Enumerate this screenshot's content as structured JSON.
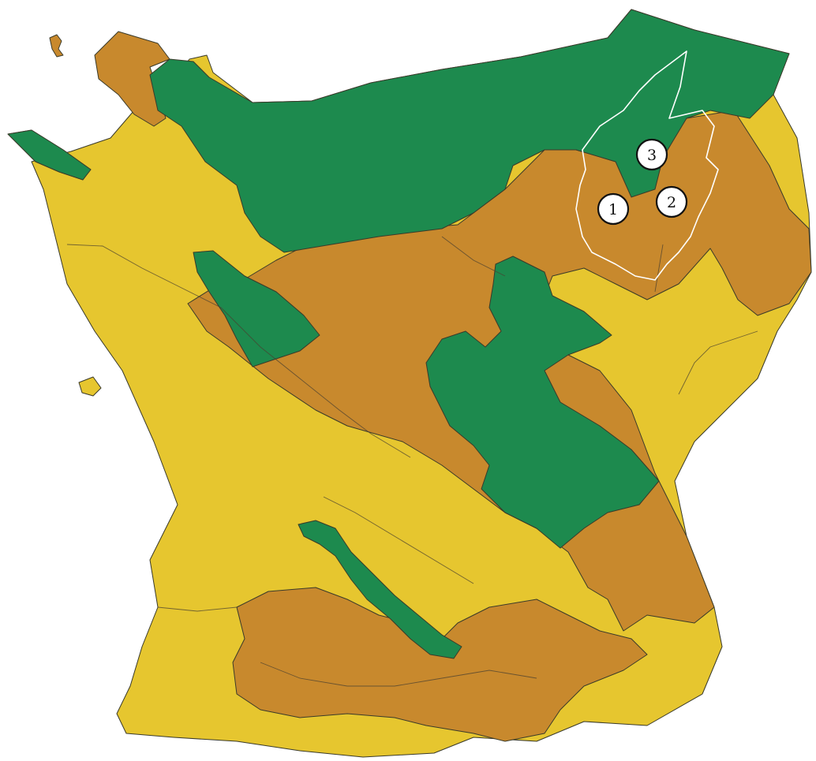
{
  "map": {
    "colors": {
      "green": "#1d8a4e",
      "orange": "#c8892d",
      "yellow": "#e6c62f",
      "outline": "#ffffff",
      "marker_fill": "#ffffff",
      "marker_stroke": "#111111"
    },
    "markers": [
      {
        "label": "1"
      },
      {
        "label": "2"
      },
      {
        "label": "3"
      }
    ]
  }
}
